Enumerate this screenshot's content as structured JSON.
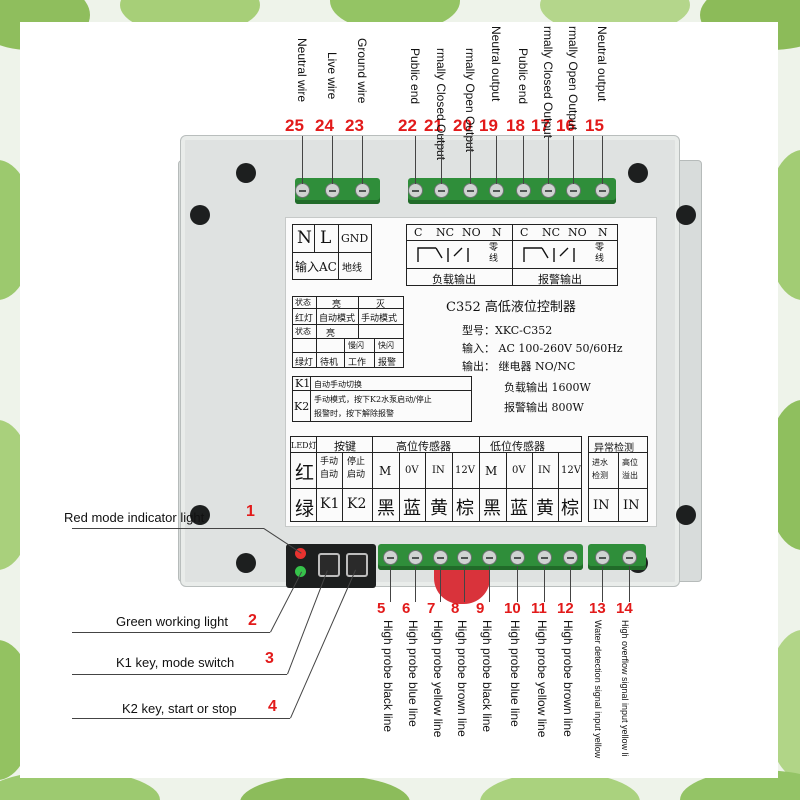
{
  "top_terminals": [
    {
      "num": "25",
      "label": "Neutral wire"
    },
    {
      "num": "24",
      "label": "Live wire"
    },
    {
      "num": "23",
      "label": "Ground wire"
    },
    {
      "num": "22",
      "label": "Public end"
    },
    {
      "num": "21",
      "label": "rmally Closed Output"
    },
    {
      "num": "20",
      "label": "rmally Open Output"
    },
    {
      "num": "19",
      "label": "Neutral output"
    },
    {
      "num": "18",
      "label": "Public end"
    },
    {
      "num": "17",
      "label": "rmally Closed Output"
    },
    {
      "num": "16",
      "label": "rmally Open Output"
    },
    {
      "num": "15",
      "label": "Neutral output"
    }
  ],
  "bottom_terminals": [
    {
      "num": "5",
      "label": "High probe black line"
    },
    {
      "num": "6",
      "label": "High probe blue line"
    },
    {
      "num": "7",
      "label": "High probe yellow line"
    },
    {
      "num": "8",
      "label": "High probe brown line"
    },
    {
      "num": "9",
      "label": "High probe black line"
    },
    {
      "num": "10",
      "label": "High probe blue line"
    },
    {
      "num": "11",
      "label": "High probe yellow line"
    },
    {
      "num": "12",
      "label": "High probe brown line"
    },
    {
      "num": "13",
      "label": "Water detection signal input yellow"
    },
    {
      "num": "14",
      "label": "High overflow signal input yellow li"
    }
  ],
  "left_callouts": [
    {
      "num": "1",
      "label": "Red mode indicator light"
    },
    {
      "num": "2",
      "label": "Green working light"
    },
    {
      "num": "3",
      "label": "K1 key, mode switch"
    },
    {
      "num": "4",
      "label": "K2 key, start or stop"
    }
  ],
  "sticker": {
    "power": {
      "n": "N",
      "l": "L",
      "gnd": "GND",
      "input": "输入AC",
      "ground": "地线"
    },
    "relay1": {
      "c": "C",
      "nc": "NC",
      "no": "NO",
      "n": "N",
      "neutral": "零线",
      "caption": "负载输出"
    },
    "relay2": {
      "c": "C",
      "nc": "NC",
      "no": "NO",
      "n": "N",
      "neutral": "零线",
      "caption": "报警输出"
    },
    "state_table": {
      "h_state": "状态",
      "h_on": "亮",
      "h_off": "灭",
      "red": "红灯",
      "red_on": "自动模式",
      "red_off": "手动模式",
      "h_state2": "状态",
      "h_on2": "亮",
      "h_slow": "慢闪",
      "h_fast": "快闪",
      "green": "绿灯",
      "g1": "待机",
      "g2": "工作",
      "g3": "报警"
    },
    "title": "C352  高低液位控制器",
    "specs": [
      "型号：XKC-C352",
      "输入： AC  100-260V  50/60Hz",
      "输出：  继电器 NO/NC",
      "负载输出  1600W",
      "报警输出  800W"
    ],
    "keys": {
      "k1": "K1",
      "k1_desc": "自动手动切换",
      "k2": "K2",
      "k2_desc1": "手动模式，按下K2水泵启动/停止",
      "k2_desc2": "报警时，按下解除报警"
    },
    "bottom_table": {
      "led": "LED灯",
      "buttons": "按键",
      "high": "高位传感器",
      "low": "低位传感器",
      "abnormal": "异常检测",
      "red": "红",
      "green": "绿",
      "manual_auto": "手动 自动",
      "stop_start": "停止 启动",
      "k1": "K1",
      "k2": "K2",
      "m": "M",
      "ov": "0V",
      "in": "IN",
      "v12": "12V",
      "black": "黑",
      "blue": "蓝",
      "yellow": "黄",
      "brown": "棕",
      "water": "进水 检测",
      "overflow": "高位 溢出",
      "in1": "IN",
      "in2": "IN"
    }
  },
  "colors": {
    "accent": "#e21a1a",
    "terminal": "#2f8e3a",
    "body": "#dfe2e1"
  }
}
